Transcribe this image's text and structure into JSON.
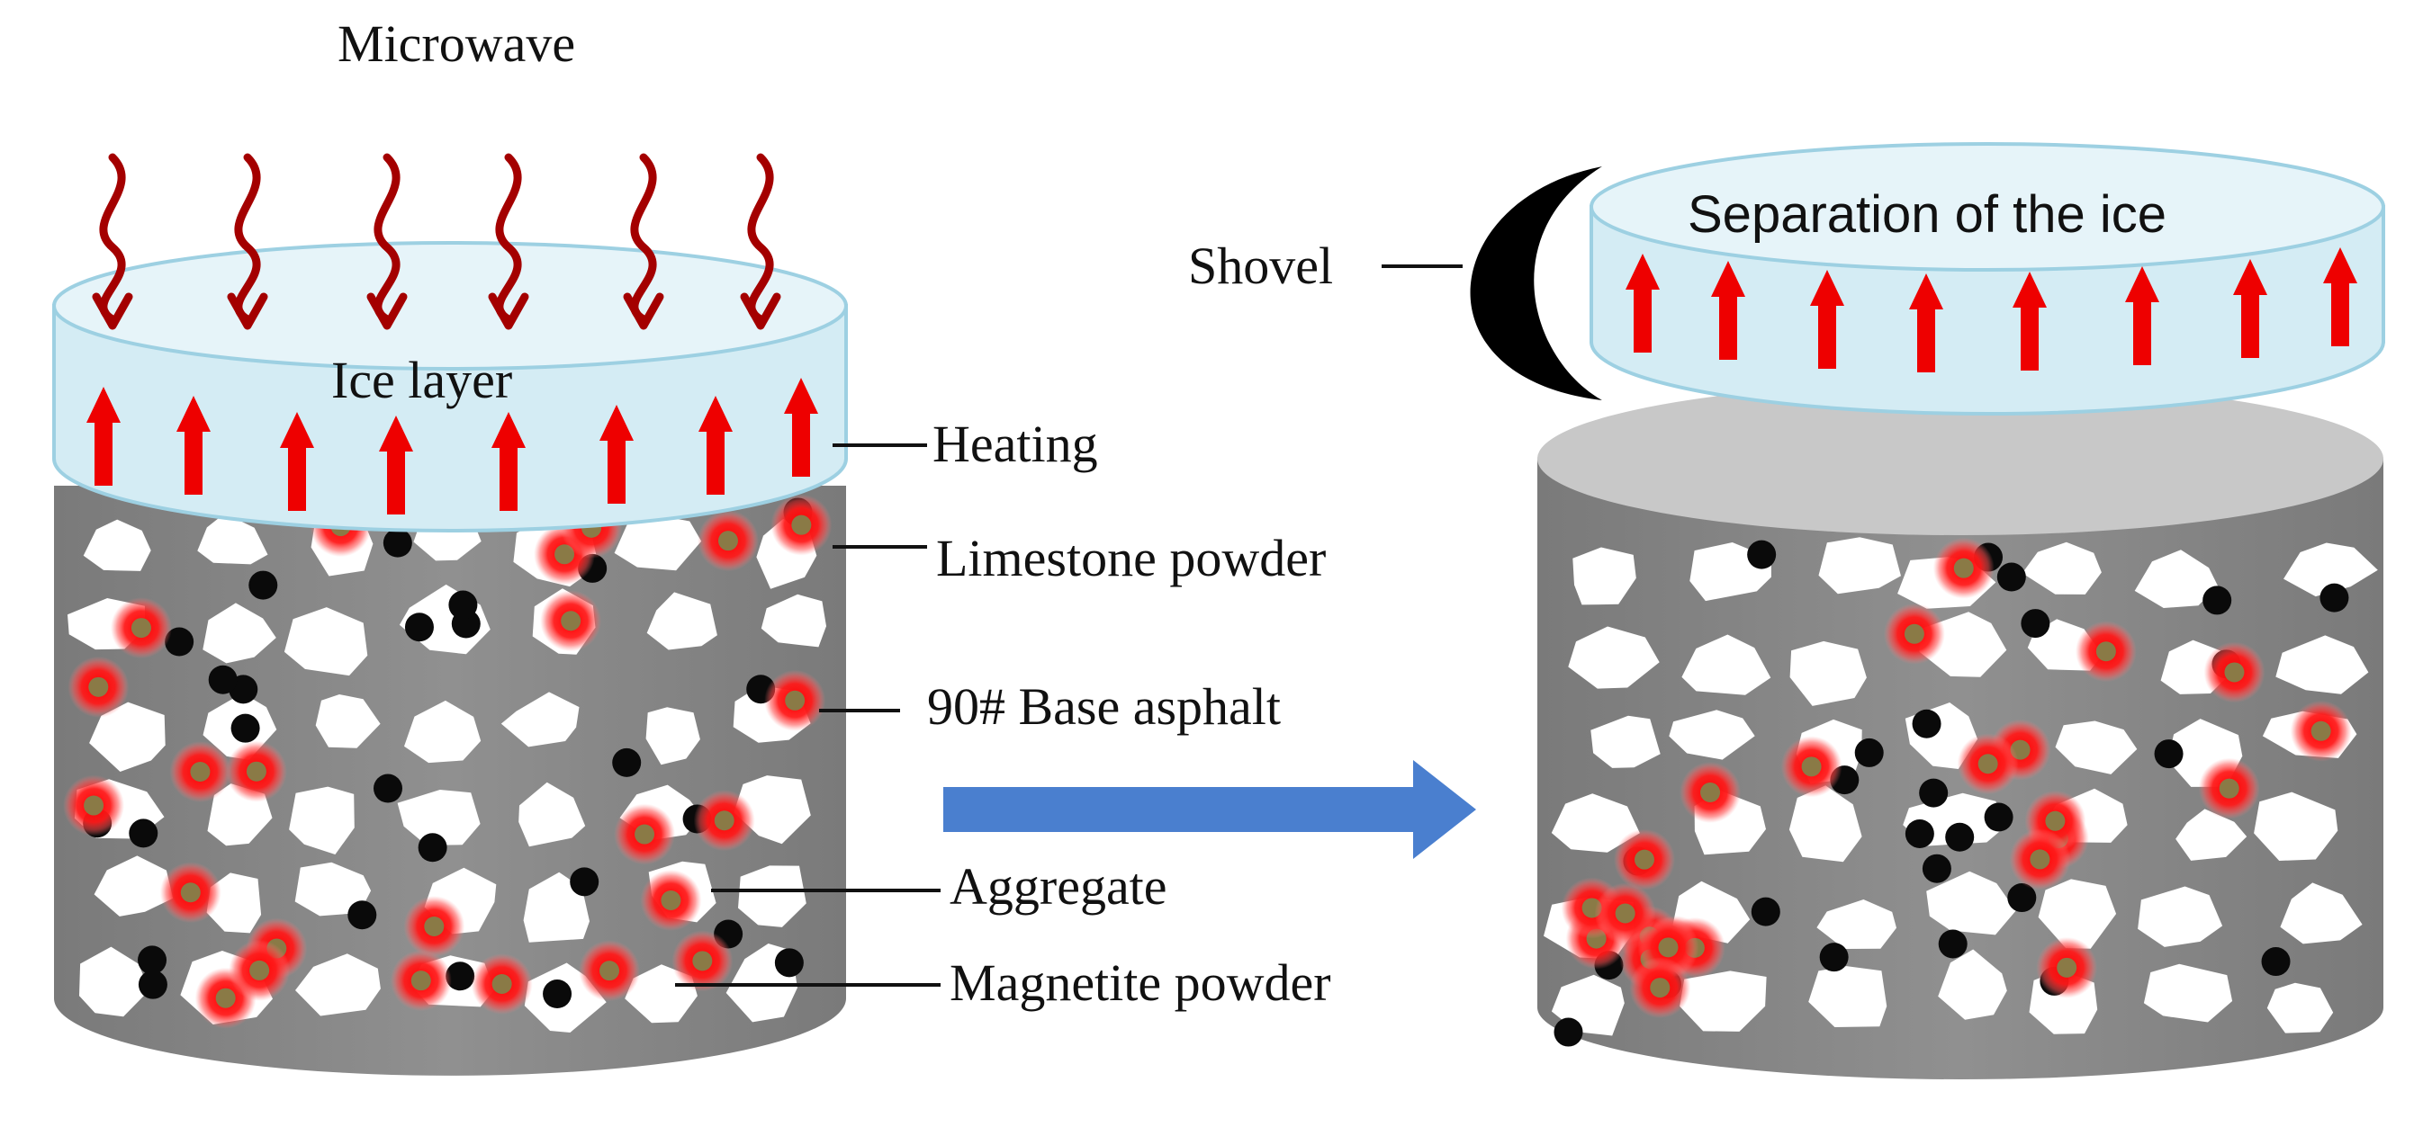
{
  "labels": {
    "microwave": "Microwave",
    "ice_layer": "Ice layer",
    "heating": "Heating",
    "limestone_powder": "Limestone powder",
    "base_asphalt": "90# Base asphalt",
    "aggregate": "Aggregate",
    "magnetite_powder": "Magnetite powder",
    "shovel": "Shovel",
    "separation": "Separation of the ice"
  },
  "colors": {
    "ice_fill": "#d4ecf4",
    "ice_stroke": "#9dd0e2",
    "asphalt_side": "#8c8c8c",
    "asphalt_top": "#c8c8c8",
    "aggregate": "#ffffff",
    "limestone": "#0a0a0a",
    "magnetite_core": "#8a7a46",
    "magnetite_glow": "#ff0000",
    "heat_arrow": "#ee0000",
    "microwave_wave": "#a40000",
    "process_arrow": "#4a7fcf",
    "shovel": "#000000"
  },
  "icons": {
    "microwave": "wavy-arrow-down-icon",
    "heating": "up-arrow-icon",
    "process": "right-arrow-icon",
    "shovel": "crescent-shovel-icon"
  }
}
